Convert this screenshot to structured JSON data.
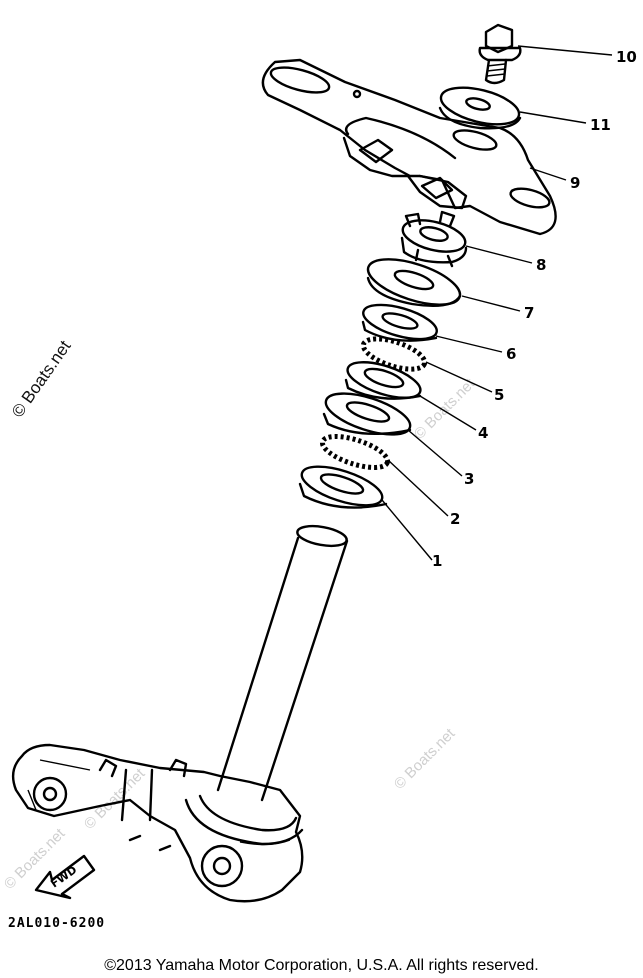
{
  "diagram": {
    "callouts": [
      {
        "number": "10"
      },
      {
        "number": "11"
      },
      {
        "number": "9"
      },
      {
        "number": "8"
      },
      {
        "number": "7"
      },
      {
        "number": "6"
      },
      {
        "number": "5"
      },
      {
        "number": "4"
      },
      {
        "number": "3"
      },
      {
        "number": "2"
      },
      {
        "number": "1"
      }
    ],
    "fwd_label": "FWD",
    "diagram_code": "2AL010-6200"
  },
  "watermarks": {
    "side": "© Boats.net",
    "faint": "© Boats.net"
  },
  "footer": {
    "copyright": "©2013 Yamaha Motor Corporation, U.S.A. All rights reserved."
  }
}
